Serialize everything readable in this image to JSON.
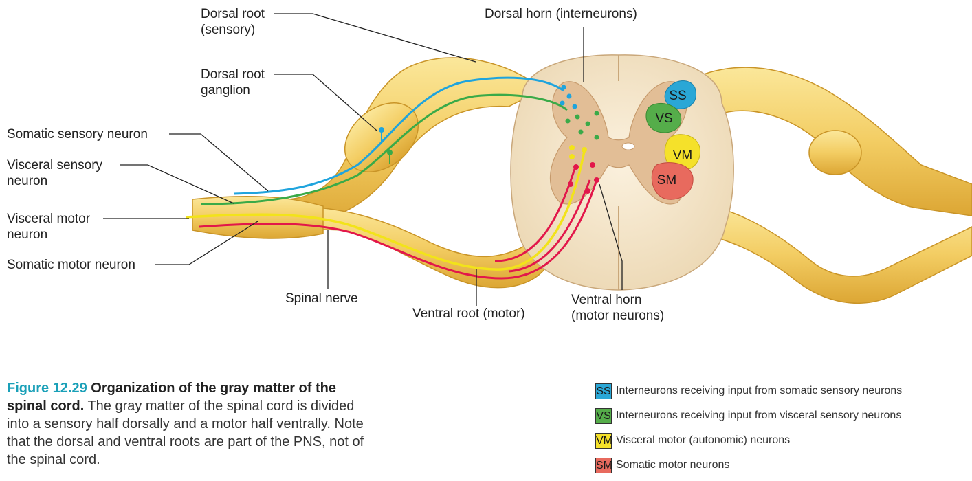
{
  "labels": {
    "dorsal_root": [
      "Dorsal root",
      "(sensory)"
    ],
    "dorsal_root_ganglion": [
      "Dorsal root",
      "ganglion"
    ],
    "dorsal_horn": "Dorsal horn (interneurons)",
    "somatic_sensory_neuron": "Somatic sensory neuron",
    "visceral_sensory_neuron": [
      "Visceral sensory",
      "neuron"
    ],
    "visceral_motor_neuron": [
      "Visceral motor",
      "neuron"
    ],
    "somatic_motor_neuron": "Somatic motor neuron",
    "spinal_nerve": "Spinal nerve",
    "ventral_root": "Ventral root (motor)",
    "ventral_horn": [
      "Ventral horn",
      "(motor neurons)"
    ]
  },
  "zones": [
    {
      "abbr": "SS",
      "color": "#2aa7d6"
    },
    {
      "abbr": "VS",
      "color": "#55ad4a"
    },
    {
      "abbr": "VM",
      "color": "#f5e12a"
    },
    {
      "abbr": "SM",
      "color": "#e86a5e"
    }
  ],
  "legend": [
    {
      "abbr": "SS",
      "color": "#2aa7d6",
      "text": "Interneurons receiving input from somatic sensory neurons"
    },
    {
      "abbr": "VS",
      "color": "#55ad4a",
      "text": "Interneurons receiving input from visceral sensory neurons"
    },
    {
      "abbr": "VM",
      "color": "#f5e12a",
      "text": "Visceral motor (autonomic) neurons"
    },
    {
      "abbr": "SM",
      "color": "#e86a5e",
      "text": "Somatic motor neurons"
    }
  ],
  "caption": {
    "figure_number": "Figure 12.29",
    "title": "Organization of the gray matter of the spinal cord.",
    "body": "The gray matter of the spinal cord is divided into a sensory half dorsally and a motor half ventrally. Note that the dorsal and ventral roots are part of the PNS, not of the spinal cord."
  },
  "colors": {
    "nerve": "#f3cf6c",
    "nerve_dark": "#d9a732",
    "white_matter": "#f5e7cf",
    "gray_matter": "#e2be96",
    "somatic_sensory": "#1fa4dd",
    "visceral_sensory": "#3aaa48",
    "visceral_motor": "#f2e31a",
    "somatic_motor": "#e2174a"
  }
}
